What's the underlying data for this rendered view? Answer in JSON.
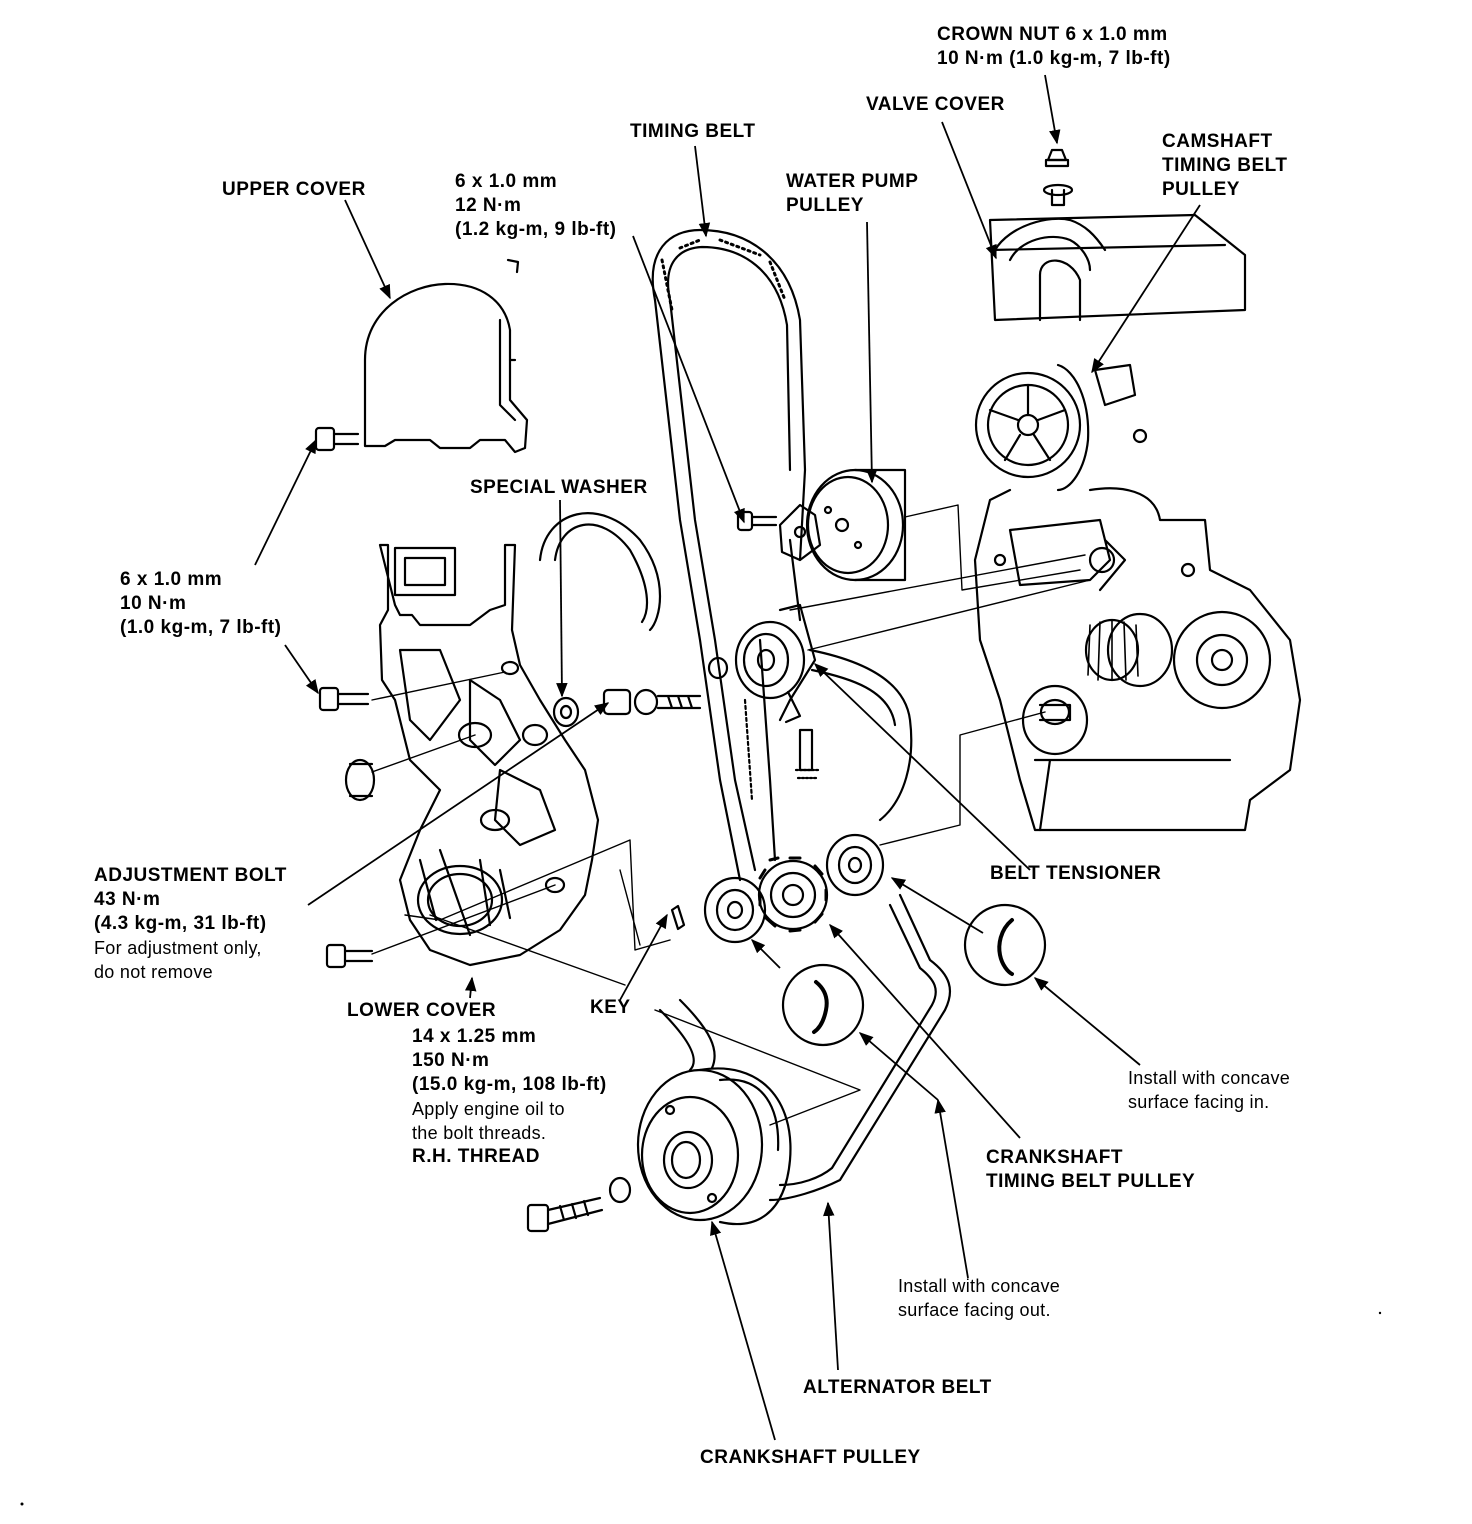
{
  "labels": {
    "crown_nut": [
      "CROWN NUT 6 x 1.0 mm",
      "10 N·m (1.0 kg-m, 7 lb-ft)"
    ],
    "valve_cover": "VALVE COVER",
    "camshaft_pulley": [
      "CAMSHAFT",
      "TIMING BELT",
      "PULLEY"
    ],
    "timing_belt": "TIMING BELT",
    "bolt_12": [
      "6 x 1.0 mm",
      "12 N·m",
      "(1.2 kg-m, 9 lb-ft)"
    ],
    "water_pump_pulley": [
      "WATER PUMP",
      "PULLEY"
    ],
    "upper_cover": "UPPER COVER",
    "special_washer": "SPECIAL WASHER",
    "bolt_10": [
      "6 x 1.0 mm",
      "10 N·m",
      "(1.0 kg-m, 7 lb-ft)"
    ],
    "adjustment_bolt": [
      "ADJUSTMENT BOLT",
      "43 N·m",
      "(4.3 kg-m, 31 lb-ft)",
      "For adjustment only,",
      "do not remove"
    ],
    "belt_tensioner": "BELT TENSIONER",
    "lower_cover": "LOWER COVER",
    "key": "KEY",
    "crank_bolt": [
      "14 x 1.25 mm",
      "150 N·m",
      "(15.0 kg-m, 108 lb-ft)",
      "Apply engine oil to",
      "the bolt threads.",
      "R.H. THREAD"
    ],
    "concave_in": [
      "Install with concave",
      "surface facing in."
    ],
    "crankshaft_timing_pulley": [
      "CRANKSHAFT",
      "TIMING BELT PULLEY"
    ],
    "concave_out": [
      "Install with concave",
      "surface facing out."
    ],
    "alternator_belt": "ALTERNATOR BELT",
    "crankshaft_pulley": "CRANKSHAFT PULLEY"
  }
}
